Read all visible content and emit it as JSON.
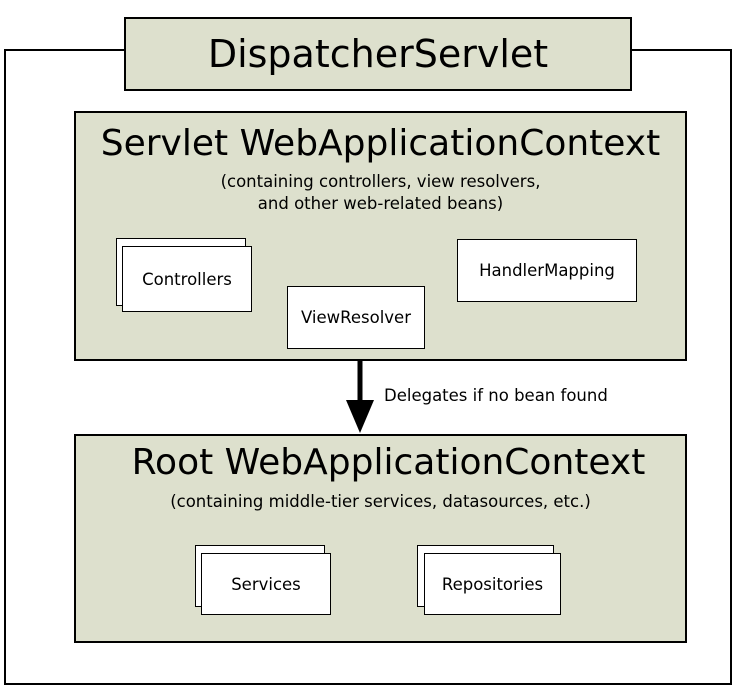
{
  "dispatcher": {
    "title": "DispatcherServlet"
  },
  "servlet_context": {
    "title": "Servlet WebApplicationContext",
    "subtitle_line1": "(containing controllers, view resolvers,",
    "subtitle_line2": "and other web-related beans)",
    "beans": {
      "controllers": "Controllers",
      "view_resolver": "ViewResolver",
      "handler_mapping": "HandlerMapping"
    }
  },
  "delegation": {
    "label": "Delegates if no bean found"
  },
  "root_context": {
    "title": "Root WebApplicationContext",
    "subtitle": "(containing middle-tier services, datasources, etc.)",
    "beans": {
      "services": "Services",
      "repositories": "Repositories"
    }
  },
  "colors": {
    "context_fill": "#dde0cd",
    "bean_fill": "#ffffff",
    "stroke": "#000000"
  }
}
